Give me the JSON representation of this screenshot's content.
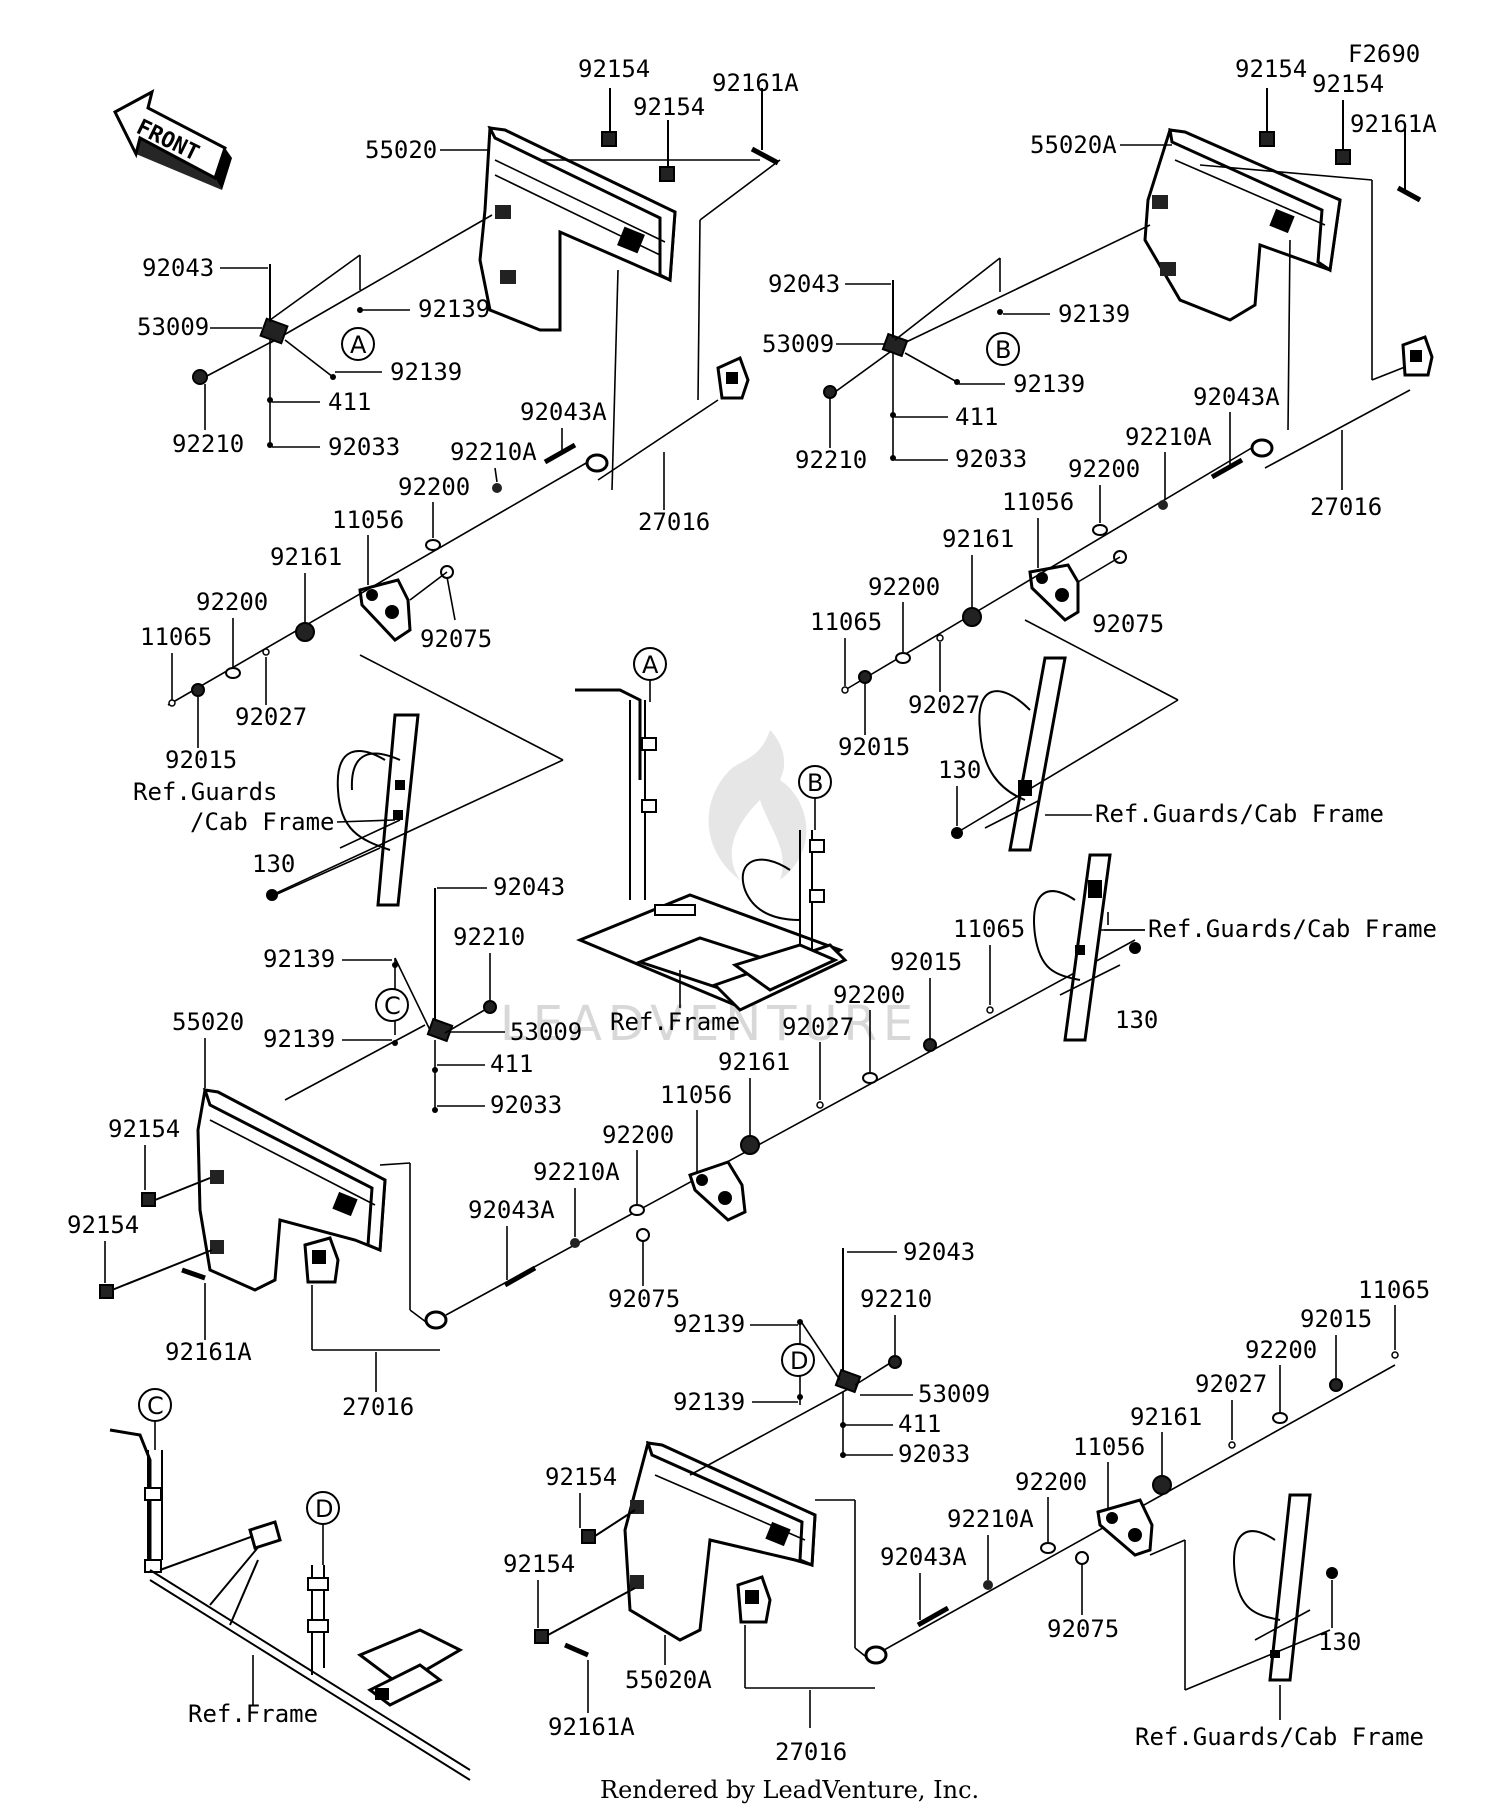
{
  "header": {
    "figure_code": "F2690",
    "front_label": "FRONT"
  },
  "footer": {
    "rendered_by": "Rendered by LeadVenture, Inc."
  },
  "watermark": {
    "text": "LEADVENTURE"
  },
  "callouts": {
    "a": "A",
    "b": "B",
    "c": "C",
    "d": "D"
  },
  "refs": {
    "guards_1": "Ref.Guards",
    "guards_2": "/Cab Frame",
    "guards_cab": "Ref.Guards/Cab Frame",
    "frame": "Ref.Frame"
  },
  "parts": {
    "p55020": "55020",
    "p55020A": "55020A",
    "p92154": "92154",
    "p92161A": "92161A",
    "p92043": "92043",
    "p53009": "53009",
    "p92139": "92139",
    "p92210": "92210",
    "p411": "411",
    "p92033": "92033",
    "p92043A": "92043A",
    "p92210A": "92210A",
    "p92200": "92200",
    "p11056": "11056",
    "p92161": "92161",
    "p11065": "11065",
    "p92027": "92027",
    "p92015": "92015",
    "p92075": "92075",
    "p27016": "27016",
    "p130": "130"
  },
  "colors": {
    "ink": "#000000",
    "paper": "#ffffff",
    "watermark": "#d8d8d8"
  }
}
